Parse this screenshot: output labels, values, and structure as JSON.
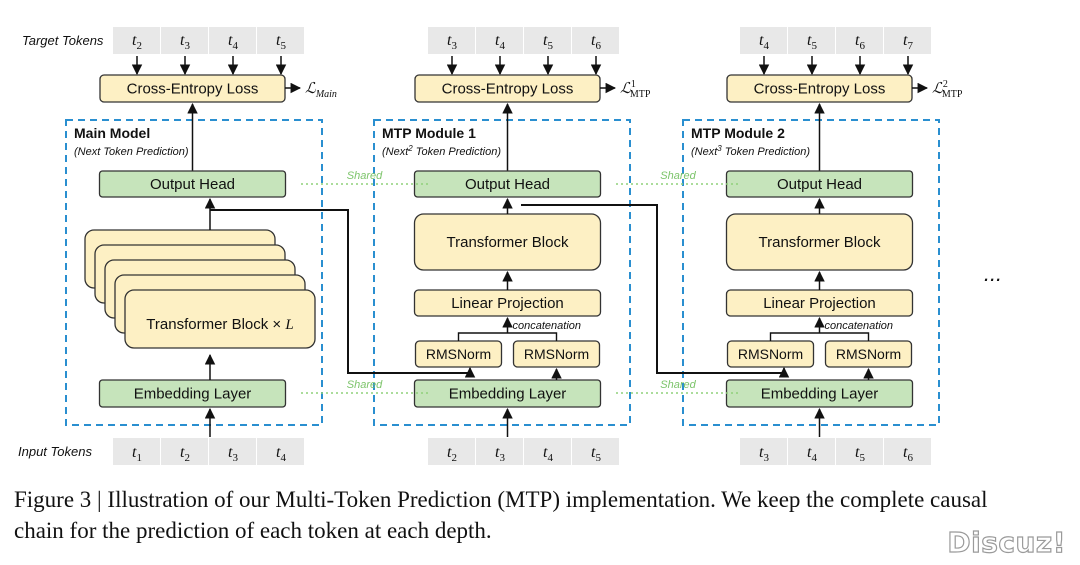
{
  "row_labels": {
    "target": "Target Tokens",
    "input": "Input Tokens"
  },
  "modules": [
    {
      "title": "Main Model",
      "subtitle": "(Next Token Prediction)",
      "target_tokens": [
        "t2",
        "t3",
        "t4",
        "t5"
      ],
      "input_tokens": [
        "t1",
        "t2",
        "t3",
        "t4"
      ],
      "loss_label": "Cross-Entropy Loss",
      "loss_symbol": "ℒMain",
      "output_head": "Output Head",
      "transformer": "Transformer Block × L",
      "embedding": "Embedding Layer"
    },
    {
      "title": "MTP Module 1",
      "subtitle": "(Next² Token Prediction)",
      "target_tokens": [
        "t3",
        "t4",
        "t5",
        "t6"
      ],
      "input_tokens": [
        "t2",
        "t3",
        "t4",
        "t5"
      ],
      "loss_label": "Cross-Entropy Loss",
      "loss_symbol": "ℒ¹MTP",
      "output_head": "Output Head",
      "transformer": "Transformer Block",
      "linear": "Linear Projection",
      "concat": "concatenation",
      "rmsnorm": [
        "RMSNorm",
        "RMSNorm"
      ],
      "embedding": "Embedding Layer"
    },
    {
      "title": "MTP Module 2",
      "subtitle": "(Next³ Token Prediction)",
      "target_tokens": [
        "t4",
        "t5",
        "t6",
        "t7"
      ],
      "input_tokens": [
        "t3",
        "t4",
        "t5",
        "t6"
      ],
      "loss_label": "Cross-Entropy Loss",
      "loss_symbol": "ℒ²MTP",
      "output_head": "Output Head",
      "transformer": "Transformer Block",
      "linear": "Linear Projection",
      "concat": "concatenation",
      "rmsnorm": [
        "RMSNorm",
        "RMSNorm"
      ],
      "embedding": "Embedding Layer"
    }
  ],
  "shared_label": "Shared",
  "ellipsis": "...",
  "caption": "Figure 3 | Illustration of our Multi-Token Prediction (MTP) implementation.  We keep the complete causal chain for the prediction of each token at each depth.",
  "watermark": "Discuz!",
  "colors": {
    "yellow_fill": "#fdf0c4",
    "green_fill": "#c6e4bb",
    "dashed_border": "#2a8fd0",
    "token_fill": "#e8e8e8",
    "shared_line": "#8fd07a"
  }
}
